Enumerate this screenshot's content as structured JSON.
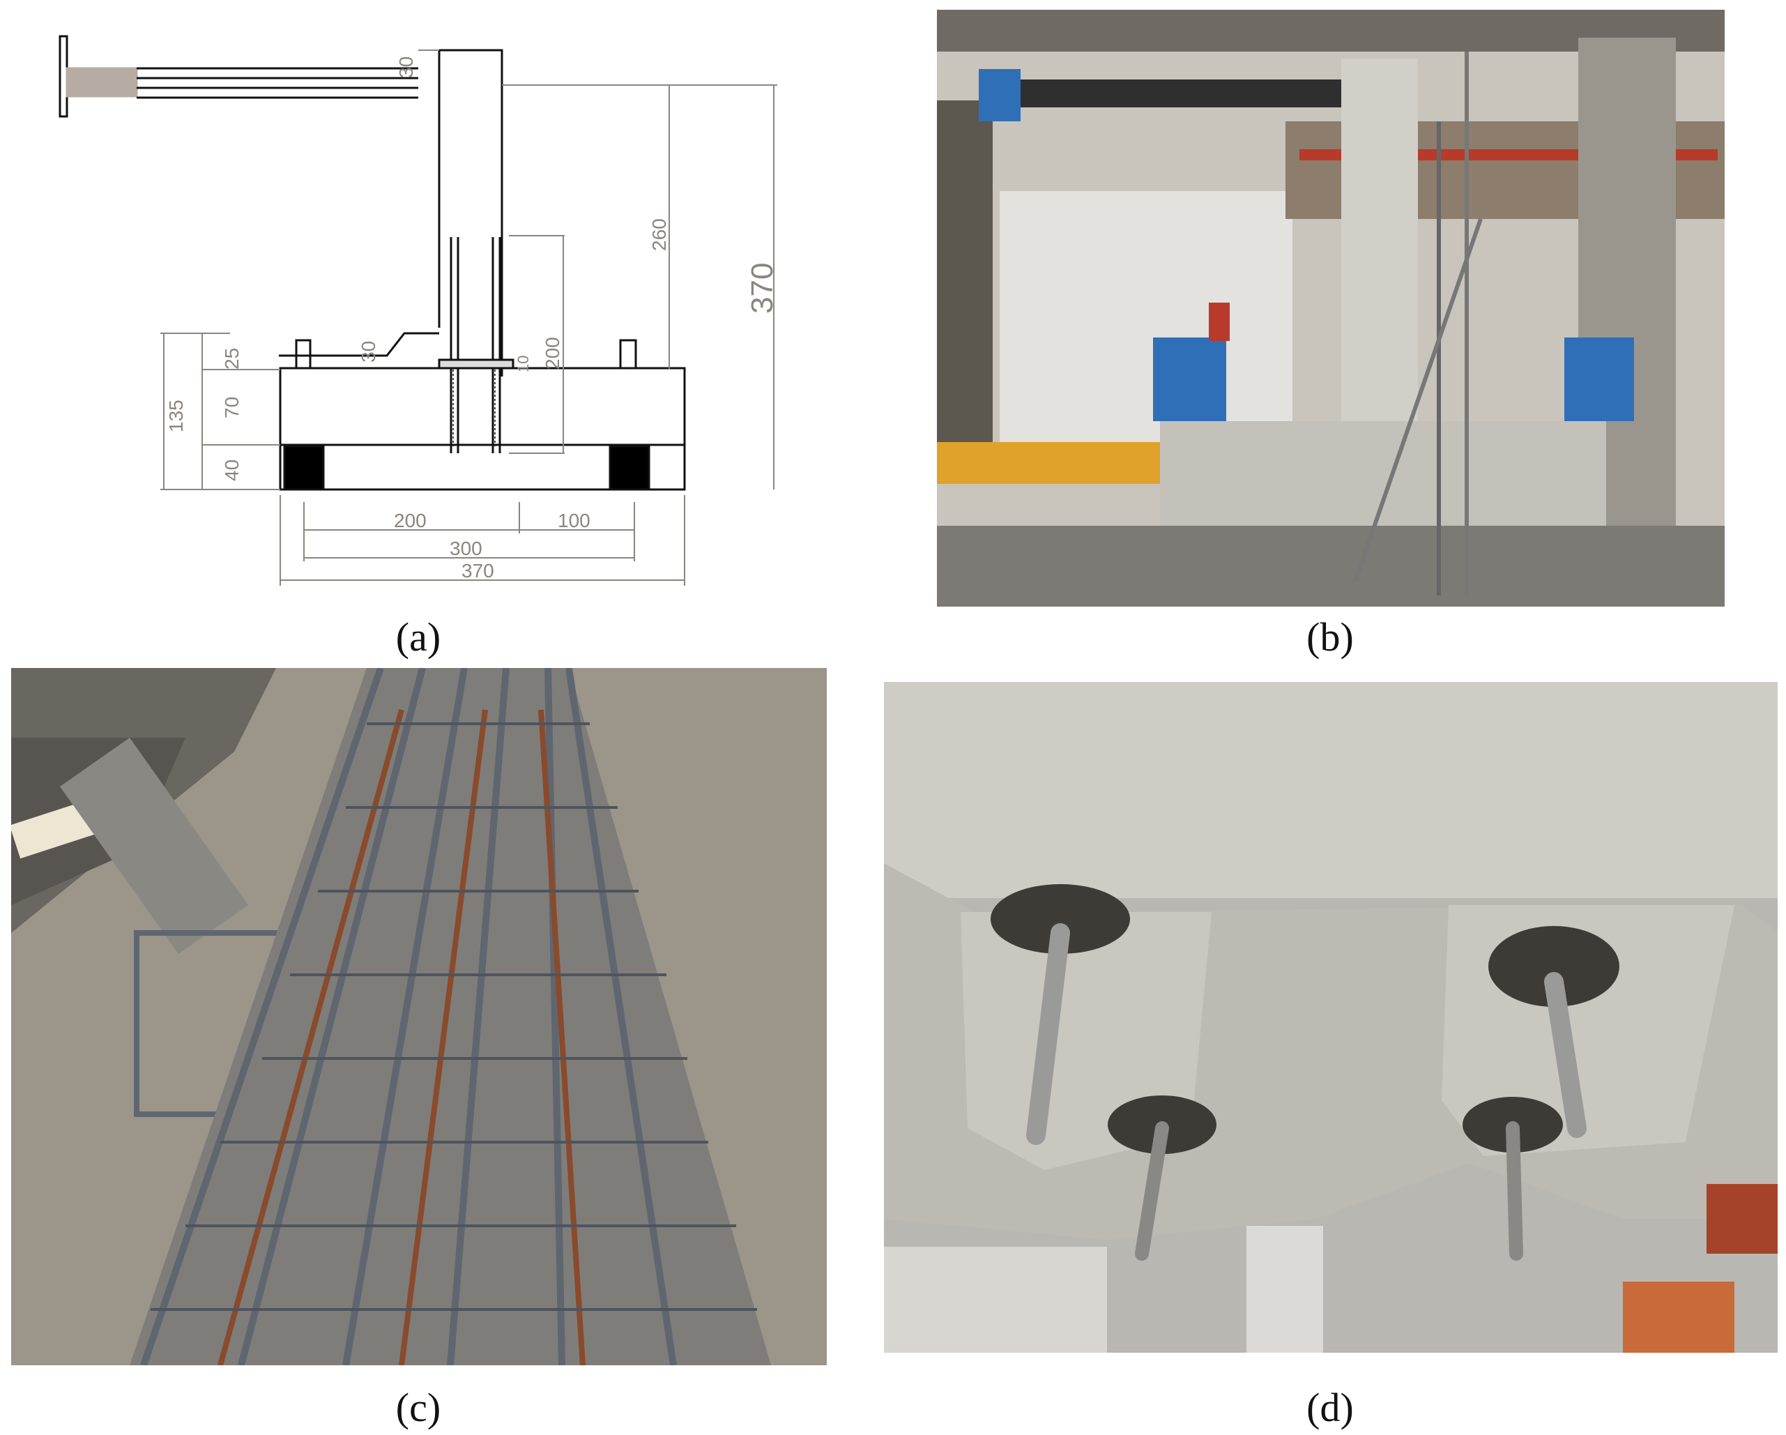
{
  "figure": {
    "panels": [
      {
        "id": "a",
        "caption_open": "(",
        "caption_letter": "a",
        "caption_close": ")"
      },
      {
        "id": "b",
        "caption_open": "(",
        "caption_letter": "b",
        "caption_close": ")"
      },
      {
        "id": "c",
        "caption_open": "(",
        "caption_letter": "c",
        "caption_close": ")"
      },
      {
        "id": "d",
        "caption_open": "(",
        "caption_letter": "d",
        "caption_close": ")"
      }
    ]
  },
  "drawing": {
    "dims": {
      "d30_top": "30",
      "d260": "260",
      "d370_v": "370",
      "d200_v": "200",
      "d30_mid": "30",
      "d10": "10",
      "d25": "25",
      "d70": "70",
      "d40": "40",
      "d135": "135",
      "d200_h": "200",
      "d100": "100",
      "d300": "300",
      "d370_h": "370"
    },
    "colors": {
      "line": "#111111",
      "dim": "#8a8580",
      "load_block": "#b7aca3",
      "support": "#000000"
    }
  },
  "photos": {
    "b": {
      "colors": {
        "hall": "#c9c5bd",
        "column": "#cfccc6",
        "beam": "#c4c1bb",
        "blue": "#2f6fb8",
        "red": "#b83a2a",
        "floor": "#7c7a74"
      }
    },
    "c": {
      "colors": {
        "ground": "#9b958a",
        "rebar": "#5f6670",
        "rust": "#8a4a2c"
      }
    },
    "d": {
      "colors": {
        "concrete": "#cfccc6",
        "bolt": "#9a9a98",
        "plate": "#3e3a36",
        "bg": "#b9b7b2",
        "brick": "#c96a3a"
      }
    }
  }
}
